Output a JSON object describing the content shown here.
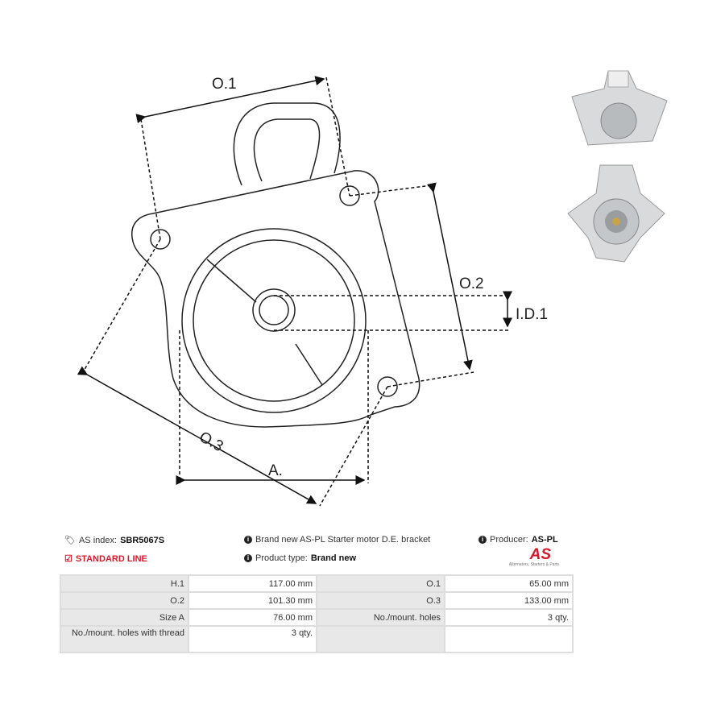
{
  "diagram": {
    "labels": {
      "o1": "O.1",
      "o2": "O.2",
      "o3": "O.3",
      "id1": "I.D.1",
      "a": "A."
    }
  },
  "info": {
    "as_index_label": "AS index:",
    "as_index_value": "SBR5067S",
    "line": "STANDARD LINE",
    "description": "Brand new AS-PL Starter motor D.E. bracket",
    "product_type_label": "Product type:",
    "product_type_value": "Brand new",
    "producer_label": "Producer:",
    "producer_value": "AS-PL",
    "logo_text": "AS",
    "logo_subtitle": "Alternators, Starters & Parts"
  },
  "specs": [
    [
      "H.1",
      "117.00 mm",
      "O.1",
      "65.00 mm"
    ],
    [
      "O.2",
      "101.30 mm",
      "O.3",
      "133.00 mm"
    ],
    [
      "Size A",
      "76.00 mm",
      "No./mount. holes",
      "3 qty."
    ],
    [
      "No./mount. holes with thread",
      "3 qty.",
      "",
      ""
    ]
  ],
  "colors": {
    "accent": "#d7192a",
    "label_cell": "#e8e8e8"
  }
}
